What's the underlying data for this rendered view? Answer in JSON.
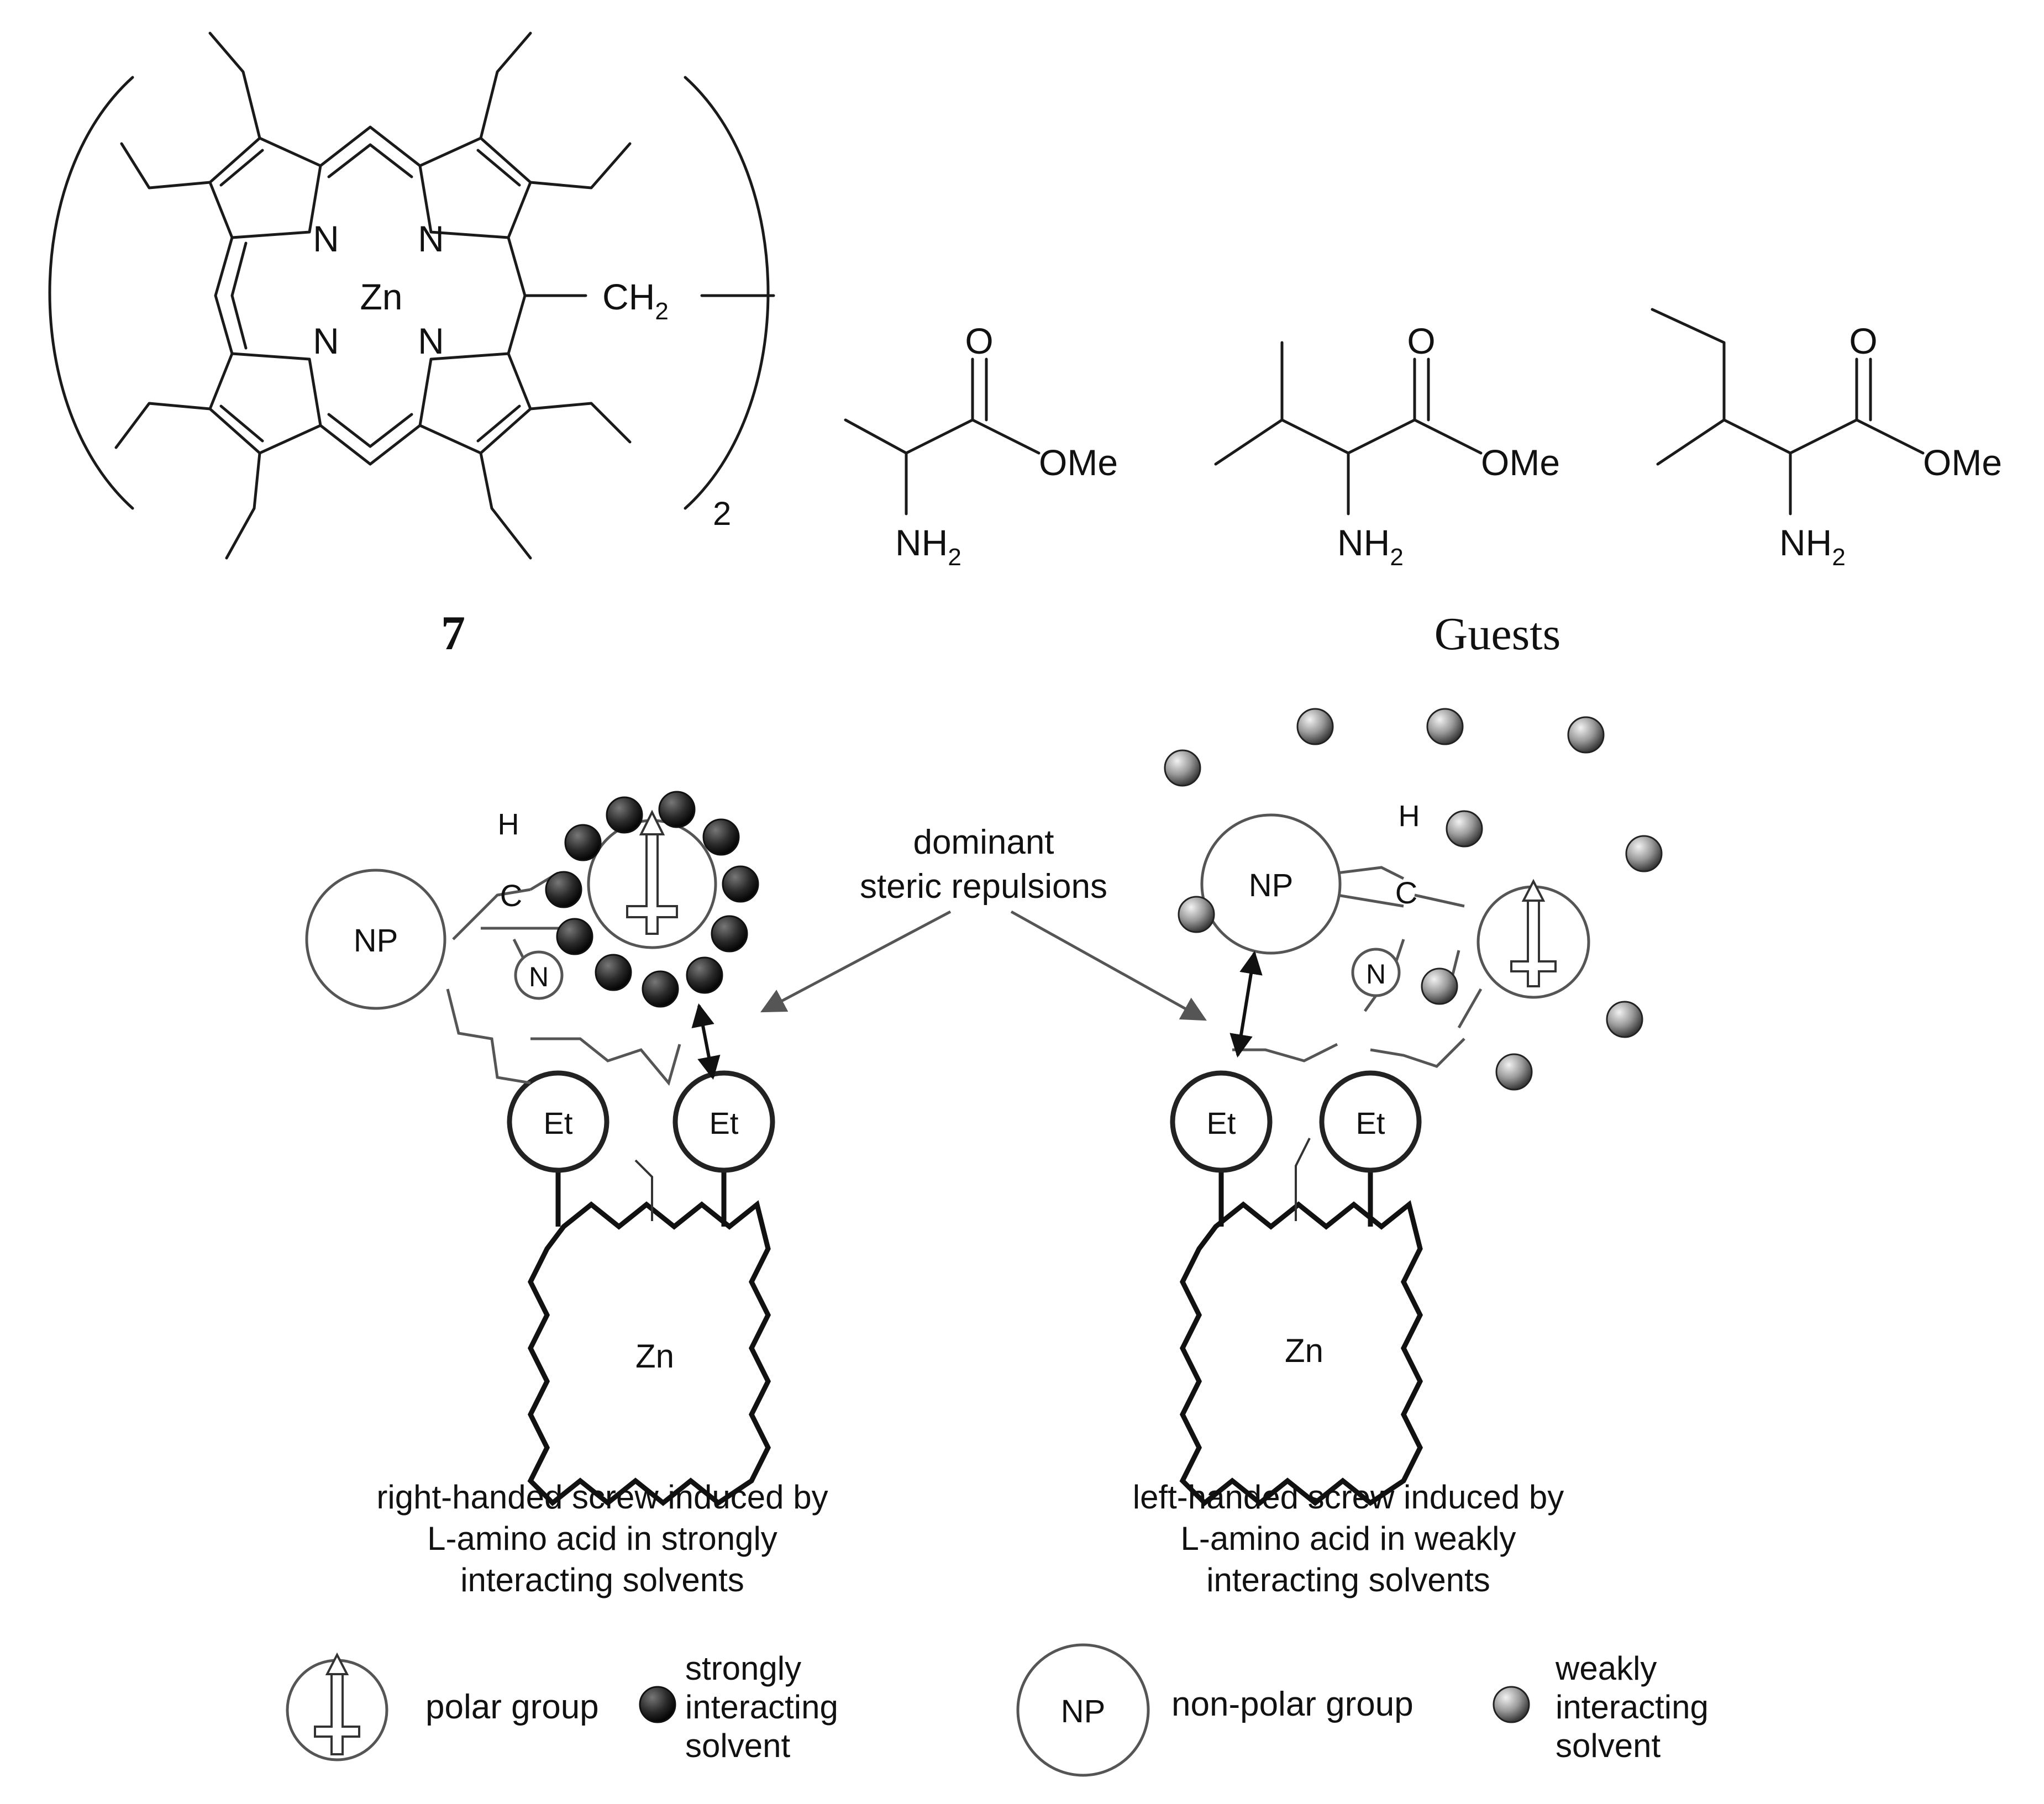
{
  "compound": {
    "number": "7",
    "metal": "Zn",
    "nitrogen": "N",
    "linker": "CH2",
    "linker_base": "CH",
    "linker_sub": "2",
    "multiplier": "2"
  },
  "guests": {
    "caption": "Guests",
    "carbonyl_label": "O",
    "ester_label": "OMe",
    "amine_label": "NH2",
    "amine_base": "NH",
    "amine_sub": "2"
  },
  "panels": {
    "annotation_line1": "dominant",
    "annotation_line2": "steric repulsions",
    "left_caption": [
      "right-handed screw induced by",
      "L-amino acid in strongly",
      "interacting solvents"
    ],
    "right_caption": [
      "left-handed screw induced by",
      "L-amino acid in weakly",
      "interacting solvents"
    ],
    "labels": {
      "np": "NP",
      "et": "Et",
      "zn": "Zn",
      "n": "N",
      "c": "C",
      "h": "H"
    }
  },
  "legend": {
    "polar_group": "polar group",
    "strong_solvent": [
      "strongly",
      "interacting",
      "solvent"
    ],
    "np": "NP",
    "non_polar_group": "non-polar group",
    "weak_solvent": [
      "weakly",
      "interacting",
      "solvent"
    ]
  },
  "colors": {
    "ink": "#111111",
    "strong_solvent_fill": "#2a2a2a",
    "weak_solvent_fill": "#9a9a9a"
  }
}
